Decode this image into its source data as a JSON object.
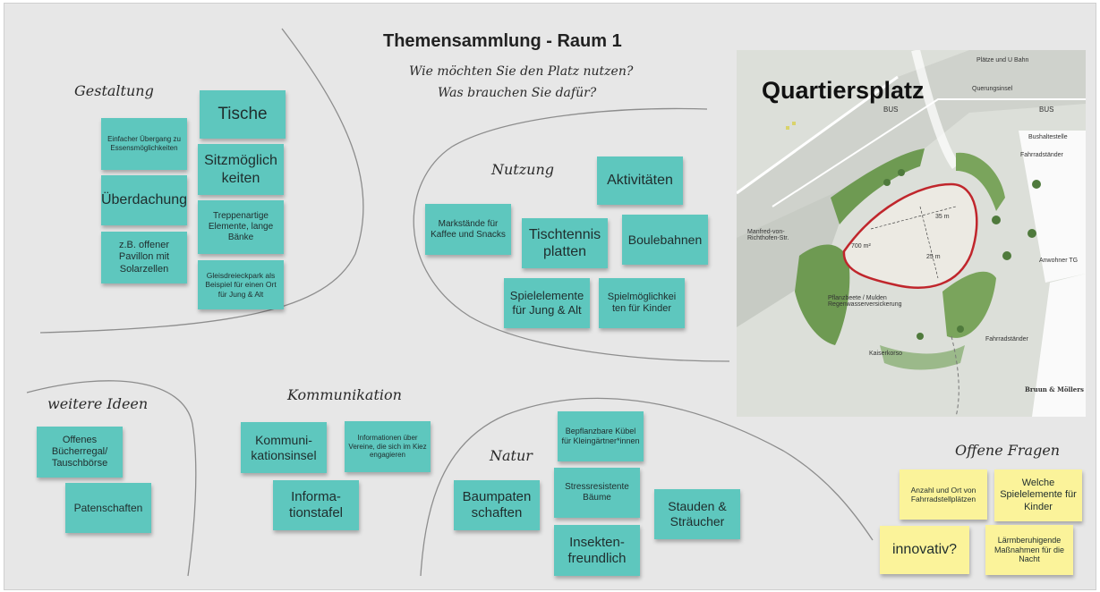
{
  "board": {
    "title": "Themensammlung - Raum 1",
    "question_1": "Wie möchten Sie den Platz nutzen?",
    "question_2": "Was brauchen Sie dafür?"
  },
  "sections": {
    "gestaltung": "Gestaltung",
    "nutzung": "Nutzung",
    "weitere_ideen": "weitere Ideen",
    "kommunikation": "Kommunikation",
    "natur": "Natur",
    "offene_fragen": "Offene Fragen"
  },
  "notes": {
    "gestaltung": {
      "einfacher": "Einfacher Übergang zu Essensmöglichkeiten",
      "tische": "Tische",
      "sitz": "Sitzmöglich keiten",
      "ueberdachung": "Überdachung",
      "treppen": "Treppenartige Elemente, lange Bänke",
      "pavillon": "z.B. offener Pavillon mit Solarzellen",
      "gleis": "Gleisdreieckpark als Beispiel für einen Ort für Jung & Alt"
    },
    "nutzung": {
      "markt": "Markstände für Kaffee und Snacks",
      "aktivitaeten": "Aktivitäten",
      "tischtennis": "Tischtennis platten",
      "boule": "Boulebahnen",
      "spielelemente": "Spielelemente für Jung & Alt",
      "spielmoeglich": "Spielmöglichkei ten für Kinder"
    },
    "weitere": {
      "buecher": "Offenes Bücherregal/ Tauschbörse",
      "paten": "Patenschaften"
    },
    "kommunikation": {
      "insel": "Kommuni- kationsinsel",
      "vereine": "Informationen über Vereine, die sich im Kiez engagieren",
      "tafel": "Informa- tionstafel"
    },
    "natur": {
      "kuebel": "Bepflanzbare Kübel für Kleingärtner*innen",
      "baumpaten": "Baumpaten schaften",
      "stress": "Stressresistente Bäume",
      "stauden": "Stauden & Sträucher",
      "insekten": "Insekten- freundlich"
    },
    "fragen": {
      "anzahl": "Anzahl und Ort von Fahrradstellplätzen",
      "welche": "Welche Spielelemente für Kinder",
      "innovativ": "innovativ?",
      "laerm": "Lärmberuhigende Maßnahmen für die Nacht"
    }
  },
  "map": {
    "title": "Quartiersplatz",
    "labels": {
      "plaetze": "Plätze und U Bahn",
      "querung": "Querungsinsel",
      "bus1": "BUS",
      "bus2": "BUS",
      "bushalt": "Bushaltestelle",
      "fahrrad1": "Fahrradständer",
      "fahrrad2": "Fahrradständer",
      "manfred": "Manfred-von-Richthofen-Str.",
      "area": "700 m²",
      "dist1": "35 m",
      "dist2": "25 m",
      "pflanz": "Pflanzbeete / Mulden Regenwasserversickerung",
      "anwohner": "Anwohner TG",
      "kaiser": "Kaiserkorso",
      "credit": "Bruun & Möllers"
    }
  },
  "colors": {
    "teal_note": "#5ec7be",
    "yellow_note": "#fbf39a",
    "board_bg": "#e7e7e7",
    "map_outline": "#c0262c"
  }
}
